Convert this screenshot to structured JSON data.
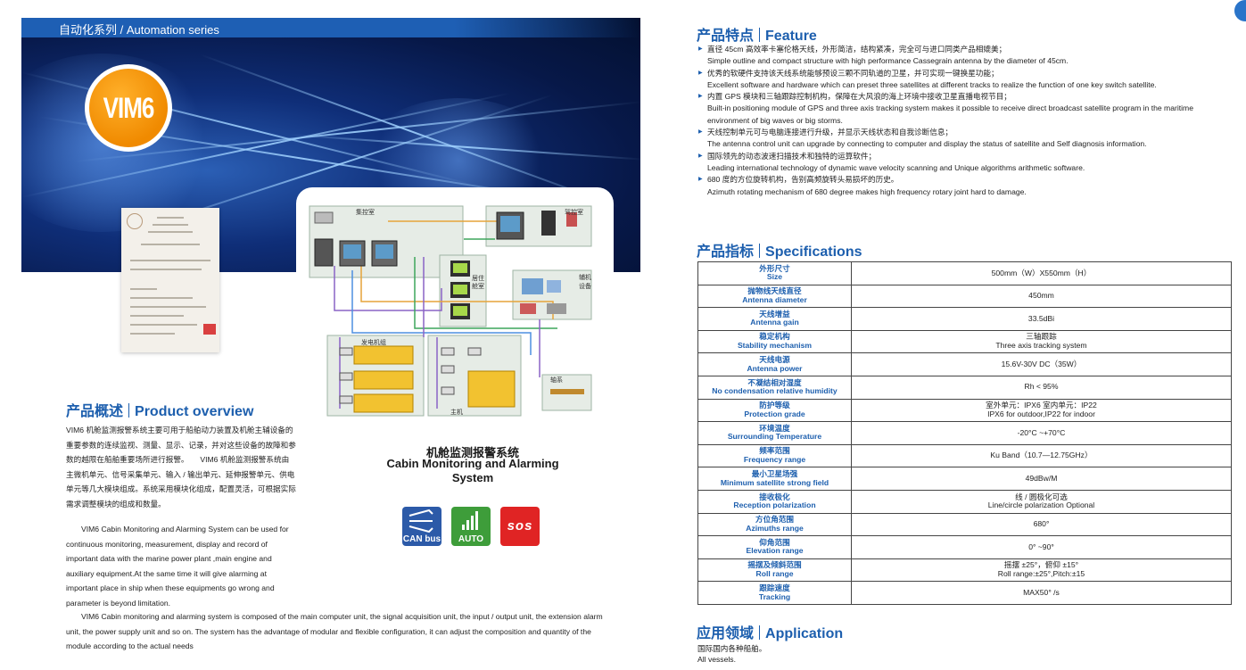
{
  "series": {
    "label": "自动化系列 / Automation series"
  },
  "badge": {
    "label": "VIM6"
  },
  "diagram": {
    "caption_cn": "机舱监测报警系统",
    "caption_en": "Cabin Monitoring and Alarming System",
    "labels": {
      "control_room": "集控室",
      "bridge": "驾控室",
      "living_cabin": "居住\n舱室",
      "aux_equipment": "辅机\n设备",
      "generator_room": "发电机组",
      "main_engine": "主机",
      "shafting": "轴系"
    }
  },
  "icons": [
    {
      "name": "can-bus-icon",
      "label": "CAN bus"
    },
    {
      "name": "auto-icon",
      "label": "AUTO"
    },
    {
      "name": "sos-icon",
      "label": "SOS"
    }
  ],
  "overview": {
    "title_cn": "产品概述",
    "title_en": "Product overview",
    "cn_para": "VIM6 机舱监测报警系统主要可用于船舶动力装置及机舱主辅设备的重要参数的连续监视、测量、显示、记录，并对这些设备的故障和参数的越限在船舶重要场所进行报警。　　VIM6 机舱监测报警系统由主微机单元、信号采集单元、输入 / 输出单元、延伸报警单元、供电单元等几大模块组成。系统采用模块化组成，配置灵活，可根据实际需求调整模块的组成和数量。",
    "en_para1": "VIM6 Cabin Monitoring and Alarming System can be used for continuous monitoring, measurement, display and record of important data with the marine power plant ,main engine and auxiliary equipment.At the same time it will give alarming at important place in ship when these equipments go wrong and parameter is beyond limitation.",
    "en_para2": "VIM6 Cabin monitoring and alarming system is composed of the main computer unit, the signal acquisition unit, the input / output unit, the extension alarm unit, the power supply unit and so on. The system has the advantage of modular and flexible configuration, it can adjust the composition and quantity of the module according to the actual needs"
  },
  "features": {
    "title_cn": "产品特点",
    "title_en": "Feature",
    "items": [
      {
        "cn": "直径 45cm 高效率卡塞伦格天线，外形简洁，结构紧凑，完全可与进口同类产品相媲美；",
        "en": "Simple outline and compact structure with high performance Cassegrain antenna by the diameter of 45cm."
      },
      {
        "cn": "优秀的软硬件支持该天线系统能够预设三颗不同轨道的卫星，并可实现一键换星功能；",
        "en": "Excellent software and hardware which can preset three satellites at different tracks to realize the function of one key switch satellite."
      },
      {
        "cn": "内置 GPS 模块和三轴跟踪控制机构，保障在大风浪的海上环境中接收卫星直播电视节目；",
        "en": "Built-in positioning module of GPS and three axis tracking system makes it possible to receive direct broadcast satellite program in the maritime environment of big waves or big storms."
      },
      {
        "cn": "天线控制单元可与电脑连接进行升级，并显示天线状态和自我诊断信息；",
        "en": "The antenna control unit can upgrade by connecting to computer and display the status of satellite and Self diagnosis information."
      },
      {
        "cn": "国际领先的动态波速扫描技术和独特的运算软件；",
        "en": "Leading international technology of dynamic wave velocity scanning and Unique algorithms arithmetic software."
      },
      {
        "cn": "680 度的方位旋转机构，告别高频旋转头易损坏的历史。",
        "en": "Azimuth rotating mechanism of 680 degree makes high frequency rotary joint hard to damage."
      }
    ]
  },
  "specs": {
    "title_cn": "产品指标",
    "title_en": "Specifications",
    "rows": [
      {
        "k_cn": "外形尺寸",
        "k_en": "Size",
        "v1": "500mm（W）X550mm（H）",
        "v2": ""
      },
      {
        "k_cn": "抛物线天线直径",
        "k_en": "Antenna diameter",
        "v1": "450mm",
        "v2": ""
      },
      {
        "k_cn": "天线增益",
        "k_en": "Antenna gain",
        "v1": "33.5dBi",
        "v2": ""
      },
      {
        "k_cn": "稳定机构",
        "k_en": "Stability mechanism",
        "v1": "三轴跟踪",
        "v2": "Three axis tracking system"
      },
      {
        "k_cn": "天线电源",
        "k_en": "Antenna power",
        "v1": "15.6V-30V DC（35W）",
        "v2": ""
      },
      {
        "k_cn": "不凝结相对湿度",
        "k_en": "No condensation relative humidity",
        "v1": "Rh < 95%",
        "v2": ""
      },
      {
        "k_cn": "防护等级",
        "k_en": "Protection grade",
        "v1": "室外单元：IPX6 室内单元：IP22",
        "v2": "IPX6 for outdoor,IP22 for indoor"
      },
      {
        "k_cn": "环境温度",
        "k_en": "Surrounding Temperature",
        "v1": "-20°C ~+70°C",
        "v2": ""
      },
      {
        "k_cn": "频率范围",
        "k_en": "Frequency range",
        "v1": "Ku Band（10.7—12.75GHz）",
        "v2": ""
      },
      {
        "k_cn": "最小卫星场强",
        "k_en": "Minimum satellite strong field",
        "v1": "49dBw/M",
        "v2": ""
      },
      {
        "k_cn": "接收极化",
        "k_en": "Reception polarization",
        "v1": "线 / 圆极化可选",
        "v2": "Line/circle polarization Optional"
      },
      {
        "k_cn": "方位角范围",
        "k_en": "Azimuths range",
        "v1": "680°",
        "v2": ""
      },
      {
        "k_cn": "仰角范围",
        "k_en": "Elevation range",
        "v1": "0° ~90°",
        "v2": ""
      },
      {
        "k_cn": "摇摆及倾斜范围",
        "k_en": "Roll range",
        "v1": "摇摆 ±25°，俯仰 ±15°",
        "v2": "Roll range:±25°,Pitch:±15"
      },
      {
        "k_cn": "跟踪速度",
        "k_en": "Tracking",
        "v1": "MAX50° /s",
        "v2": ""
      }
    ]
  },
  "application": {
    "title_cn": "应用领域",
    "title_en": "Application",
    "text_cn": "国际国内各种船舶。",
    "text_en": "All vessels."
  }
}
